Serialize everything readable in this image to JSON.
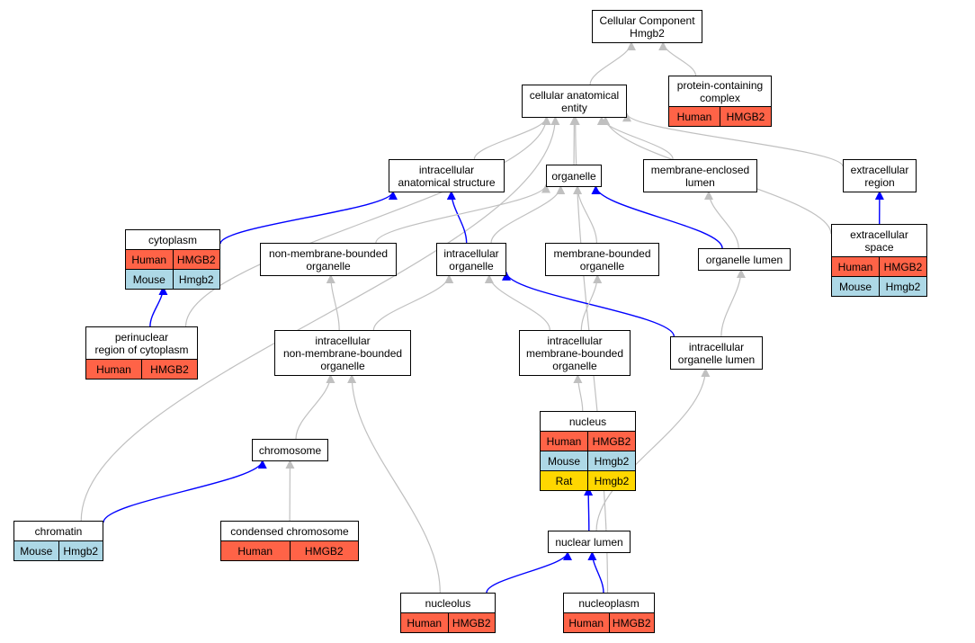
{
  "colors": {
    "edge_gray": "#c0c0c0",
    "edge_blue": "#0000ff",
    "human": "#ff6347",
    "mouse": "#add8e6",
    "rat": "#ffd700"
  },
  "nodes": [
    {
      "id": "cc_root",
      "label": "Cellular Component\nHmgb2",
      "rows": []
    },
    {
      "id": "cae",
      "label": "cellular anatomical\nentity",
      "rows": []
    },
    {
      "id": "pcc",
      "label": "protein-containing\ncomplex",
      "rows": [
        {
          "species": "Human",
          "gene": "HMGB2"
        }
      ]
    },
    {
      "id": "ias",
      "label": "intracellular\nanatomical structure",
      "rows": []
    },
    {
      "id": "organelle",
      "label": "organelle",
      "rows": []
    },
    {
      "id": "mel",
      "label": "membrane-enclosed\nlumen",
      "rows": []
    },
    {
      "id": "ecr",
      "label": "extracellular\nregion",
      "rows": []
    },
    {
      "id": "cytoplasm",
      "label": "cytoplasm",
      "rows": [
        {
          "species": "Human",
          "gene": "HMGB2"
        },
        {
          "species": "Mouse",
          "gene": "Hmgb2"
        }
      ]
    },
    {
      "id": "nmbo",
      "label": "non-membrane-bounded\norganelle",
      "rows": []
    },
    {
      "id": "io",
      "label": "intracellular\norganelle",
      "rows": []
    },
    {
      "id": "mbo",
      "label": "membrane-bounded\norganelle",
      "rows": []
    },
    {
      "id": "ol",
      "label": "organelle lumen",
      "rows": []
    },
    {
      "id": "ecs",
      "label": "extracellular\nspace",
      "rows": [
        {
          "species": "Human",
          "gene": "HMGB2"
        },
        {
          "species": "Mouse",
          "gene": "Hmgb2"
        }
      ]
    },
    {
      "id": "prc",
      "label": "perinuclear\nregion of cytoplasm",
      "rows": [
        {
          "species": "Human",
          "gene": "HMGB2"
        }
      ]
    },
    {
      "id": "inmbo",
      "label": "intracellular\nnon-membrane-bounded\norganelle",
      "rows": []
    },
    {
      "id": "imbo",
      "label": "intracellular\nmembrane-bounded\norganelle",
      "rows": []
    },
    {
      "id": "iol",
      "label": "intracellular\norganelle lumen",
      "rows": []
    },
    {
      "id": "nucleus",
      "label": "nucleus",
      "rows": [
        {
          "species": "Human",
          "gene": "HMGB2"
        },
        {
          "species": "Mouse",
          "gene": "Hmgb2"
        },
        {
          "species": "Rat",
          "gene": "Hmgb2"
        }
      ]
    },
    {
      "id": "chromosome",
      "label": "chromosome",
      "rows": []
    },
    {
      "id": "chromatin",
      "label": "chromatin",
      "rows": [
        {
          "species": "Mouse",
          "gene": "Hmgb2"
        }
      ]
    },
    {
      "id": "condchrom",
      "label": "condensed chromosome",
      "rows": [
        {
          "species": "Human",
          "gene": "HMGB2"
        }
      ]
    },
    {
      "id": "nuclum",
      "label": "nuclear lumen",
      "rows": []
    },
    {
      "id": "nucleolus",
      "label": "nucleolus",
      "rows": [
        {
          "species": "Human",
          "gene": "HMGB2"
        }
      ]
    },
    {
      "id": "nucleoplasm",
      "label": "nucleoplasm",
      "rows": [
        {
          "species": "Human",
          "gene": "HMGB2"
        }
      ]
    }
  ],
  "edges": [
    {
      "from": "cae",
      "to": "cc_root",
      "color": "gray"
    },
    {
      "from": "pcc",
      "to": "cc_root",
      "color": "gray"
    },
    {
      "from": "ias",
      "to": "cae",
      "color": "gray"
    },
    {
      "from": "organelle",
      "to": "cae",
      "color": "gray"
    },
    {
      "from": "mel",
      "to": "cae",
      "color": "gray"
    },
    {
      "from": "ecr",
      "to": "cae",
      "color": "gray"
    },
    {
      "from": "ecs",
      "to": "cae",
      "color": "gray"
    },
    {
      "from": "prc",
      "to": "cae",
      "color": "gray"
    },
    {
      "from": "chromatin",
      "to": "cae",
      "color": "gray"
    },
    {
      "from": "nucleoplasm",
      "to": "cae",
      "color": "gray"
    },
    {
      "from": "cytoplasm",
      "to": "ias",
      "color": "blue"
    },
    {
      "from": "io",
      "to": "ias",
      "color": "blue"
    },
    {
      "from": "nmbo",
      "to": "organelle",
      "color": "gray"
    },
    {
      "from": "io",
      "to": "organelle",
      "color": "gray"
    },
    {
      "from": "mbo",
      "to": "organelle",
      "color": "gray"
    },
    {
      "from": "ol",
      "to": "organelle",
      "color": "blue"
    },
    {
      "from": "ol",
      "to": "mel",
      "color": "gray"
    },
    {
      "from": "ecs",
      "to": "ecr",
      "color": "blue"
    },
    {
      "from": "prc",
      "to": "cytoplasm",
      "color": "blue"
    },
    {
      "from": "inmbo",
      "to": "nmbo",
      "color": "gray"
    },
    {
      "from": "inmbo",
      "to": "io",
      "color": "gray"
    },
    {
      "from": "imbo",
      "to": "io",
      "color": "gray"
    },
    {
      "from": "iol",
      "to": "io",
      "color": "blue"
    },
    {
      "from": "imbo",
      "to": "mbo",
      "color": "gray"
    },
    {
      "from": "iol",
      "to": "ol",
      "color": "gray"
    },
    {
      "from": "chromosome",
      "to": "inmbo",
      "color": "gray"
    },
    {
      "from": "nucleolus",
      "to": "inmbo",
      "color": "gray"
    },
    {
      "from": "nucleus",
      "to": "imbo",
      "color": "gray"
    },
    {
      "from": "nuclum",
      "to": "iol",
      "color": "gray"
    },
    {
      "from": "chromatin",
      "to": "chromosome",
      "color": "blue"
    },
    {
      "from": "condchrom",
      "to": "chromosome",
      "color": "gray"
    },
    {
      "from": "nuclum",
      "to": "nucleus",
      "color": "blue"
    },
    {
      "from": "nucleolus",
      "to": "nuclum",
      "color": "blue"
    },
    {
      "from": "nucleoplasm",
      "to": "nuclum",
      "color": "blue"
    }
  ]
}
